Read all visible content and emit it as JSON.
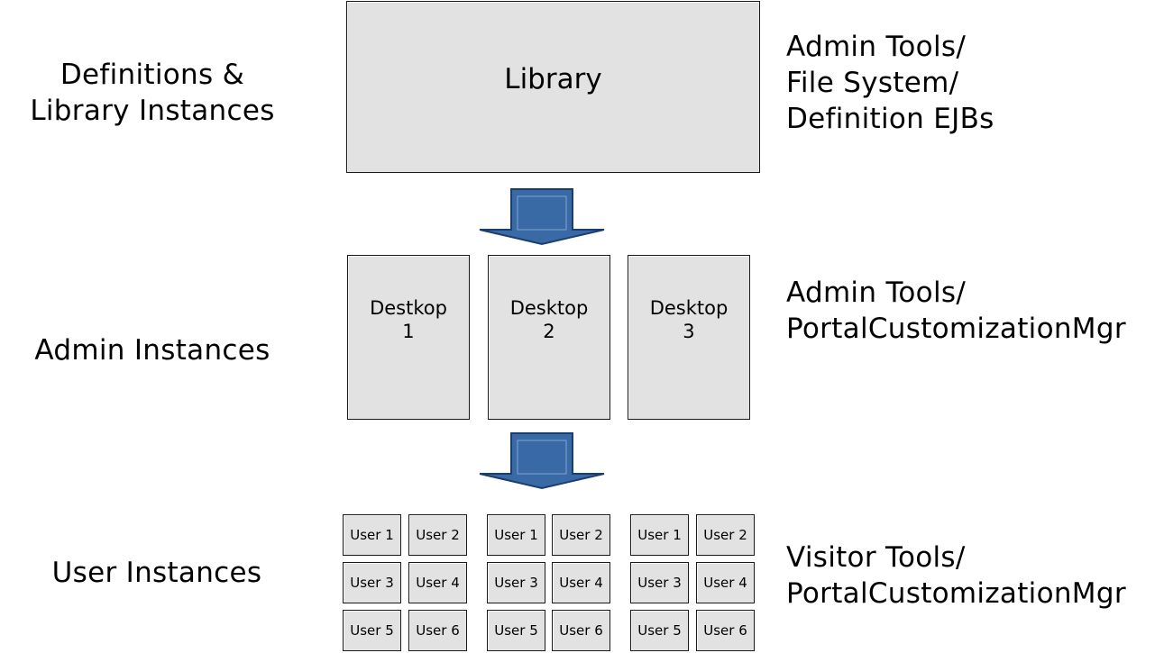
{
  "left_labels": {
    "definitions": "Definitions &\nLibrary Instances",
    "admin": "Admin Instances",
    "user": "User Instances"
  },
  "right_labels": {
    "library_tools": "Admin Tools/\nFile System/\nDefinition EJBs",
    "admin_tools": "Admin Tools/\nPortalCustomizationMgr",
    "visitor_tools": "Visitor Tools/\nPortalCustomizationMgr"
  },
  "library": {
    "label": "Library"
  },
  "desktops": [
    {
      "label": "Destkop\n1"
    },
    {
      "label": "Desktop\n2"
    },
    {
      "label": "Desktop\n3"
    }
  ],
  "user_groups": [
    {
      "users": [
        "User 1",
        "User 2",
        "User 3",
        "User 4",
        "User 5",
        "User 6"
      ]
    },
    {
      "users": [
        "User 1",
        "User 2",
        "User 3",
        "User 4",
        "User 5",
        "User 6"
      ]
    },
    {
      "users": [
        "User 1",
        "User 2",
        "User 3",
        "User 4",
        "User 5",
        "User 6"
      ]
    }
  ],
  "colors": {
    "arrow_fill": "#3a6aa6",
    "arrow_stroke": "#1b3e70",
    "box_fill": "#e2e2e2"
  }
}
